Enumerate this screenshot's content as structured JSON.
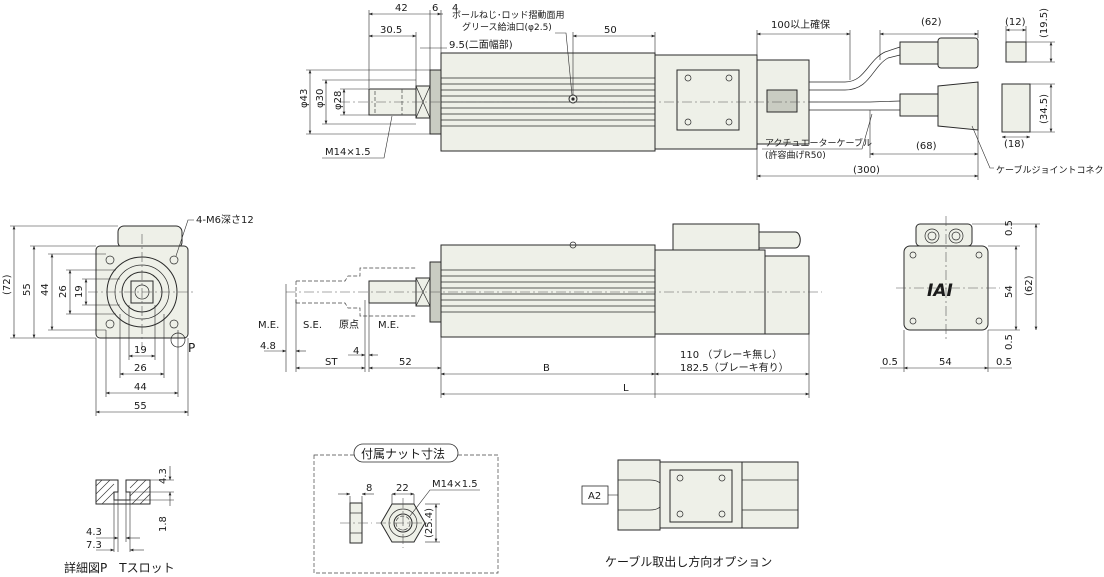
{
  "top_view": {
    "dim_42": "42",
    "dim_6": "6",
    "dim_4": "4",
    "dim_30_5": "30.5",
    "dim_50": "50",
    "note_grease_line1": "ボールねじ･ロッド摺動面用",
    "note_grease_line2": "グリース給油口(φ2.5)",
    "note_width_across": "9.5(二面幅部)",
    "dim_phi43": "φ43",
    "dim_phi30": "φ30",
    "dim_phi28": "φ28",
    "thread_label": "M14×1.5",
    "cable_reserve": "100以上確保",
    "dim_62": "(62)",
    "dim_12": "(12)",
    "dim_19_5": "(19.5)",
    "dim_34_5": "(34.5)",
    "dim_18": "(18)",
    "dim_68": "(68)",
    "dim_300": "(300)",
    "cable_note_line1": "アクチュエーターケーブル",
    "cable_note_line2": "(許容曲げR50)",
    "connector_note": "ケーブルジョイントコネクター"
  },
  "end_view": {
    "tap_note": "4-M6深さ12",
    "dim_72": "(72)",
    "dim_55": "55",
    "dim_44": "44",
    "dim_26": "26",
    "dim_19": "19",
    "dim_bottom_19": "19",
    "dim_bottom_26": "26",
    "dim_bottom_44": "44",
    "dim_bottom_55": "55",
    "detail_ref": "P"
  },
  "side_view": {
    "me_left": "M.E.",
    "se": "S.E.",
    "origin": "原点",
    "me_right": "M.E.",
    "dim_4_8": "4.8",
    "dim_4": "4",
    "dim_st": "ST",
    "dim_52": "52",
    "dim_b": "B",
    "dim_l": "L",
    "dim_110": "110 （ブレーキ無し）",
    "dim_182_5": "182.5（ブレーキ有り）"
  },
  "motor_end_view": {
    "dim_0_5_top": "0.5",
    "dim_54_v": "54",
    "dim_62_v": "(62)",
    "dim_0_5_bottom": "0.5",
    "dim_0_5_left": "0.5",
    "dim_54_h": "54",
    "dim_0_5_right": "0.5",
    "logo": "IAI"
  },
  "detail_p": {
    "dim_4_3_top": "4.3",
    "dim_1_8": "1.8",
    "dim_4_3": "4.3",
    "dim_7_3": "7.3",
    "caption": "詳細図P　Tスロット"
  },
  "nut_detail": {
    "title": "付属ナット寸法",
    "dim_8": "8",
    "dim_22": "22",
    "thread": "M14×1.5",
    "dim_25_4": "(25.4)"
  },
  "cable_option": {
    "label": "A2",
    "caption": "ケーブル取出し方向オプション"
  }
}
